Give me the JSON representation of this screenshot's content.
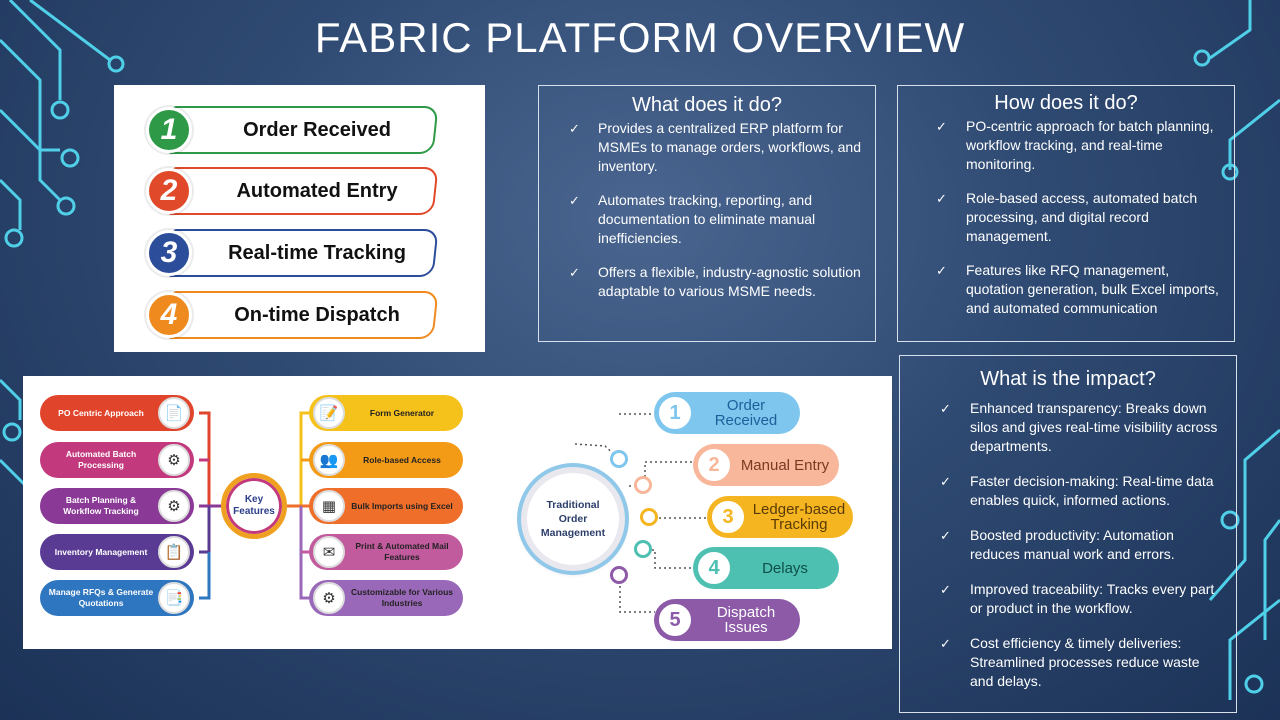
{
  "title": "FABRIC PLATFORM OVERVIEW",
  "steps": [
    {
      "num": "1",
      "label": "Order Received",
      "color": "#2e9a48"
    },
    {
      "num": "2",
      "label": "Automated Entry",
      "color": "#e04a2a"
    },
    {
      "num": "3",
      "label": "Real-time Tracking",
      "color": "#2c4d9a"
    },
    {
      "num": "4",
      "label": "On-time Dispatch",
      "color": "#ef8a1f"
    }
  ],
  "what": {
    "heading": "What does it do?",
    "items": [
      "Provides a centralized ERP platform for MSMEs to manage orders, workflows, and inventory.",
      "Automates tracking, reporting, and documentation to eliminate manual inefficiencies.",
      "Offers a flexible, industry-agnostic solution adaptable to various MSME needs."
    ]
  },
  "how": {
    "heading": "How does it do?",
    "items": [
      "PO-centric approach for batch planning, workflow tracking, and real-time monitoring.",
      "Role-based access, automated batch processing, and digital record management.",
      "Features like RFQ management, quotation generation, bulk Excel imports, and automated communication"
    ]
  },
  "impact": {
    "heading": "What is the impact?",
    "items": [
      "Enhanced transparency: Breaks down silos and gives real-time visibility across departments.",
      "Faster decision-making: Real-time data enables quick, informed actions.",
      "Boosted productivity: Automation reduces manual work and errors.",
      "Improved traceability: Tracks every part or product in the workflow.",
      "Cost efficiency & timely deliveries: Streamlined processes reduce waste and delays."
    ]
  },
  "check_glyph": "✓",
  "features": {
    "hub": "Key Features",
    "left": [
      {
        "label": "PO Centric Approach",
        "color": "#e0452b",
        "icon": "document-icon",
        "glyph": "📄"
      },
      {
        "label": "Automated Batch Processing",
        "color": "#c23a7d",
        "icon": "gears-icon",
        "glyph": "⚙"
      },
      {
        "label": "Batch Planning & Workflow Tracking",
        "color": "#8a3a96",
        "icon": "workflow-icon",
        "glyph": "⚙"
      },
      {
        "label": "Inventory Management",
        "color": "#5a3b94",
        "icon": "clipboard-icon",
        "glyph": "📋"
      },
      {
        "label": "Manage RFQs & Generate Quotations",
        "color": "#2f76c0",
        "icon": "quotation-icon",
        "glyph": "📑"
      }
    ],
    "right": [
      {
        "label": "Form Generator",
        "color": "#f5c21b",
        "icon": "form-icon",
        "glyph": "📝"
      },
      {
        "label": "Role-based Access",
        "color": "#f39a17",
        "icon": "users-icon",
        "glyph": "👥"
      },
      {
        "label": "Bulk Imports using Excel",
        "color": "#ee6e2a",
        "icon": "excel-icon",
        "glyph": "▦"
      },
      {
        "label": "Print & Automated Mail Features",
        "color": "#c25a9e",
        "icon": "mail-icon",
        "glyph": "✉"
      },
      {
        "label": "Customizable for Various Industries",
        "color": "#9a68b8",
        "icon": "settings-icon",
        "glyph": "⚙"
      }
    ]
  },
  "traditional": {
    "hub": "Traditional Order Management",
    "items": [
      {
        "num": "1",
        "label": "Order Received",
        "color": "#7ec6ee",
        "text": "#1e5f9a"
      },
      {
        "num": "2",
        "label": "Manual Entry",
        "color": "#f8b79a",
        "text": "#7a3a22"
      },
      {
        "num": "3",
        "label": "Ledger-based Tracking",
        "color": "#f5b520",
        "text": "#5a3a08"
      },
      {
        "num": "4",
        "label": "Delays",
        "color": "#4ec0b2",
        "text": "#0e4f48"
      },
      {
        "num": "5",
        "label": "Dispatch Issues",
        "color": "#8d5aa8",
        "text": "#ffffff"
      }
    ]
  }
}
